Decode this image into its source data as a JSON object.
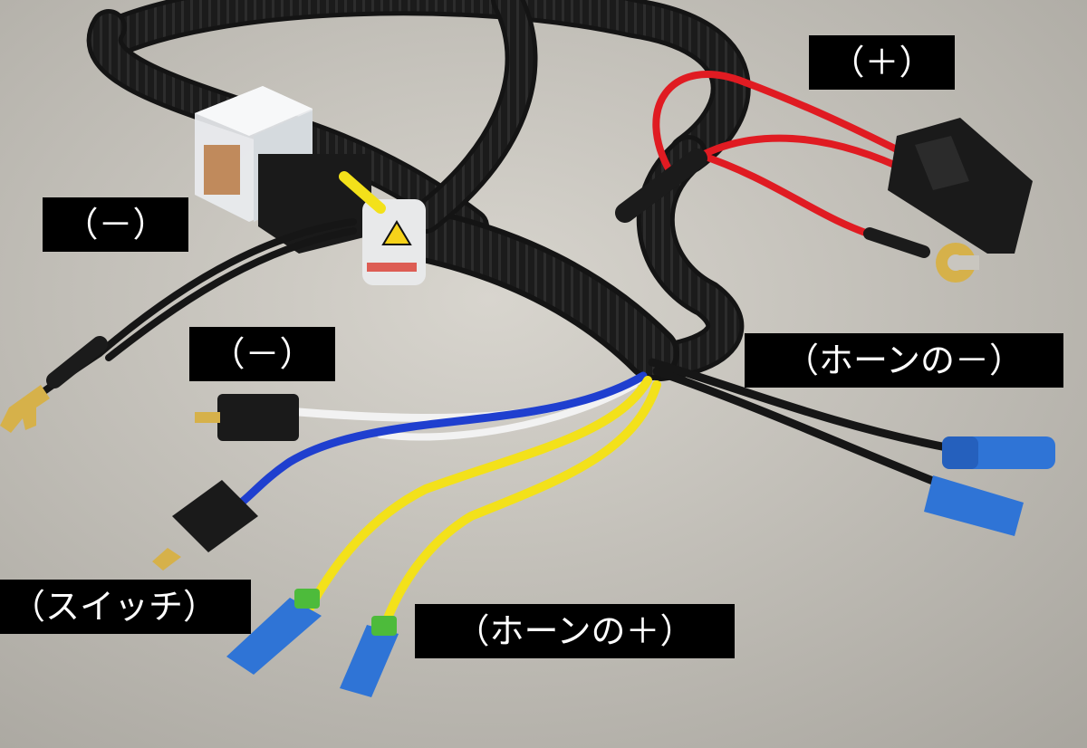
{
  "photo": {
    "subject": "horn relay wiring harness",
    "labels": {
      "plus": "（＋）",
      "minus_top": "（－）",
      "minus_connector": "（－）",
      "horn_negative": "（ホーンの－）",
      "switch": "（スイッチ）",
      "horn_positive": "（ホーンの＋）"
    },
    "colors": {
      "background": "#c9c6bf",
      "conduit": "#1b1b1b",
      "red_wire": "#e01b22",
      "yellow_wire": "#f3e11a",
      "blue_wire": "#1f3fcf",
      "white_wire": "#f2f2f2",
      "black_wire": "#161616",
      "blue_terminal": "#2f74d6",
      "label_bg": "#000000",
      "label_text": "#ffffff"
    }
  }
}
